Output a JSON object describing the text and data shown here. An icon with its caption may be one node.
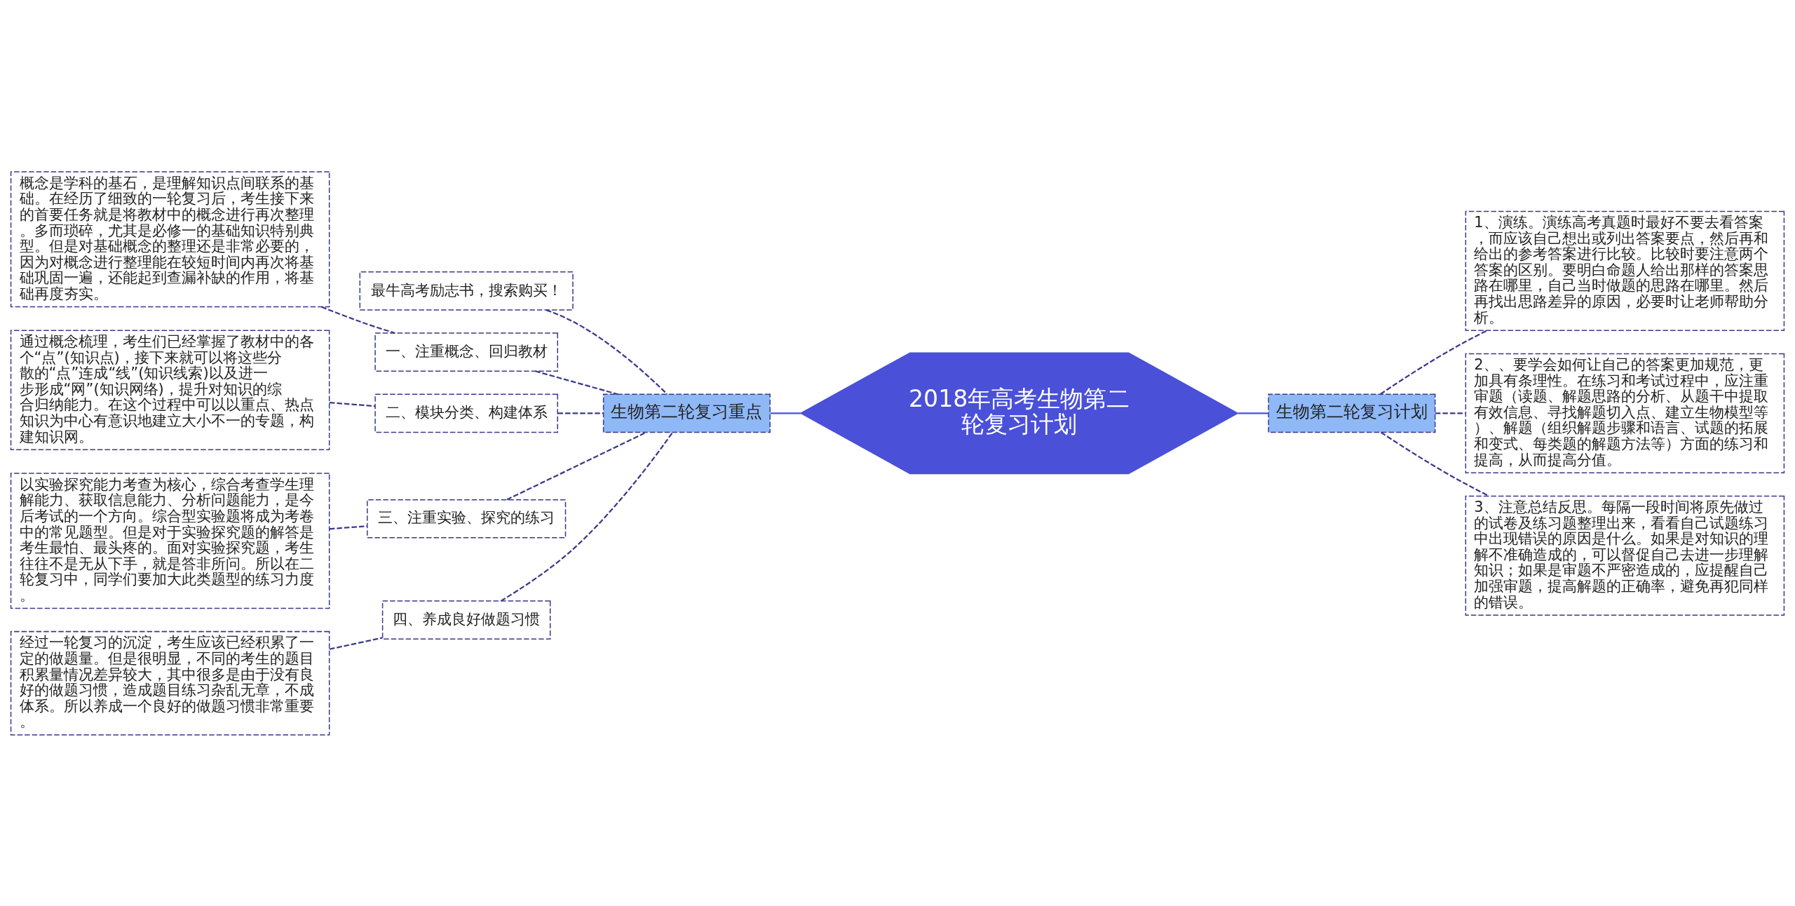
{
  "diagram": {
    "nodes": [
      {
        "text": [
          "2018年高考生物第二轮复习计划"
        ]
      },
      {
        "text": [
          "生物第二轮复习重点"
        ]
      },
      {
        "text": [
          "最牛高考励志书，搜索购买！"
        ]
      },
      {
        "text": [
          "一、注重概念、回归教材"
        ]
      },
      {
        "text": [
          "概念是学科的基石，是理解知识点间联系的基础。在经历了细致的一轮复习后，考生接下来的首要任务就是将教材中的概念进行再次整理。多而琐碎，尤其是必修一的基础知识特别典型。但是对基础概念的整理还是非常必要的，因为对概念进行整理能在较短时间内再次将基础巩固一遍，还能起到查漏补缺的作用，将基础再度夯实。"
        ]
      },
      {
        "text": [
          "二、模块分类、构建体系"
        ]
      },
      {
        "text": [
          "通过概念梳理，考生们已经掌握了教材中的各个“点”(知识点)，接下来就可以将这些分散的“点”连成“线”(知识线索)以及进一步形成“网”(知识网络)，提升对知识的综合归纳能力。在这个过程中可以以重点、热点知识为中心有意识地建立大小不一的专题，构建知识网。"
        ]
      },
      {
        "text": [
          "三、注重实验、探究的练习"
        ]
      },
      {
        "text": [
          "以实验探究能力考查为核心，综合考查学生理解能力、获取信息能力、分析问题能力，是今后考试的一个方向。综合型实验题将成为考卷中的常见题型。但是对于实验探究题的解答是考生最怕、最头疼的。面对实验探究题，考生往往不是无从下手，就是答非所问。所以在二轮复习中，同学们要加大此类题型的练习力度。"
        ]
      },
      {
        "text": [
          "四、养成良好做题习惯"
        ]
      },
      {
        "text": [
          "经过一轮复习的沉淀，考生应该已经积累了一定的做题量。但是很明显，不同的考生的题目积累量情况差异较大，其中很多是由于没有良好的做题习惯，造成题目练习杂乱无章，不成体系。所以养成一个良好的做题习惯非常重要。"
        ]
      },
      {
        "text": [
          "生物第二轮复习计划"
        ]
      },
      {
        "text": [
          "1、演练。演练高考真题时最好不要去看答案，而应该自己想出或列出答案要点，然后再和给出的参考答案进行比较。比较时要注意两个答案的区别。要明白命题人给出那样的答案思路在哪里，自己当时做题的思路在哪里。然后再找出思路差异的原因，必要时让老师帮助分析。"
        ]
      },
      {
        "text": [
          "2、、要学会如何让自己的答案更加规范，更加具有条理性。在练习和考试过程中，应注重审题（读题、解题思路的分析、从题干中提取有效信息、寻找解题切入点、建立生物模型等）、解题（组织解题步骤和语言、试题的拓展和变式、每类题的解题方法等）方面的练习和提高，从而提高分值。"
        ]
      },
      {
        "text": [
          "3、注意总结反思。每隔一段时间将原先做过的试卷及练习题整理出来，看看自己试题练习中出现错误的原因是什么。如果是对知识的理解不准确造成的，可以督促自己去进一步理解知识；如果是审题不严密造成的，应提醒自己加强审题，提高解题的正确率，避免再犯同样的错误。"
        ]
      }
    ],
    "edges": [
      {
        "from": 0,
        "to": 1,
        "arrow": "none"
      },
      {
        "from": 0,
        "to": 11,
        "arrow": "none"
      },
      {
        "from": 1,
        "to": 2,
        "arrow": "none",
        "style": "dashed"
      },
      {
        "from": 1,
        "to": 3,
        "arrow": "none",
        "style": "dashed"
      },
      {
        "from": 1,
        "to": 5,
        "arrow": "none",
        "style": "dashed"
      },
      {
        "from": 1,
        "to": 7,
        "arrow": "none",
        "style": "dashed"
      },
      {
        "from": 1,
        "to": 9,
        "arrow": "none",
        "style": "dashed"
      },
      {
        "from": 3,
        "to": 4,
        "arrow": "none",
        "style": "dashed"
      },
      {
        "from": 5,
        "to": 6,
        "arrow": "none",
        "style": "dashed"
      },
      {
        "from": 7,
        "to": 8,
        "arrow": "none",
        "style": "dashed"
      },
      {
        "from": 9,
        "to": 10,
        "arrow": "none",
        "style": "dashed"
      },
      {
        "from": 11,
        "to": 12,
        "arrow": "none",
        "style": "dashed"
      },
      {
        "from": 11,
        "to": 13,
        "arrow": "none",
        "style": "dashed"
      },
      {
        "from": 11,
        "to": 14,
        "arrow": "none",
        "style": "dashed"
      }
    ]
  }
}
